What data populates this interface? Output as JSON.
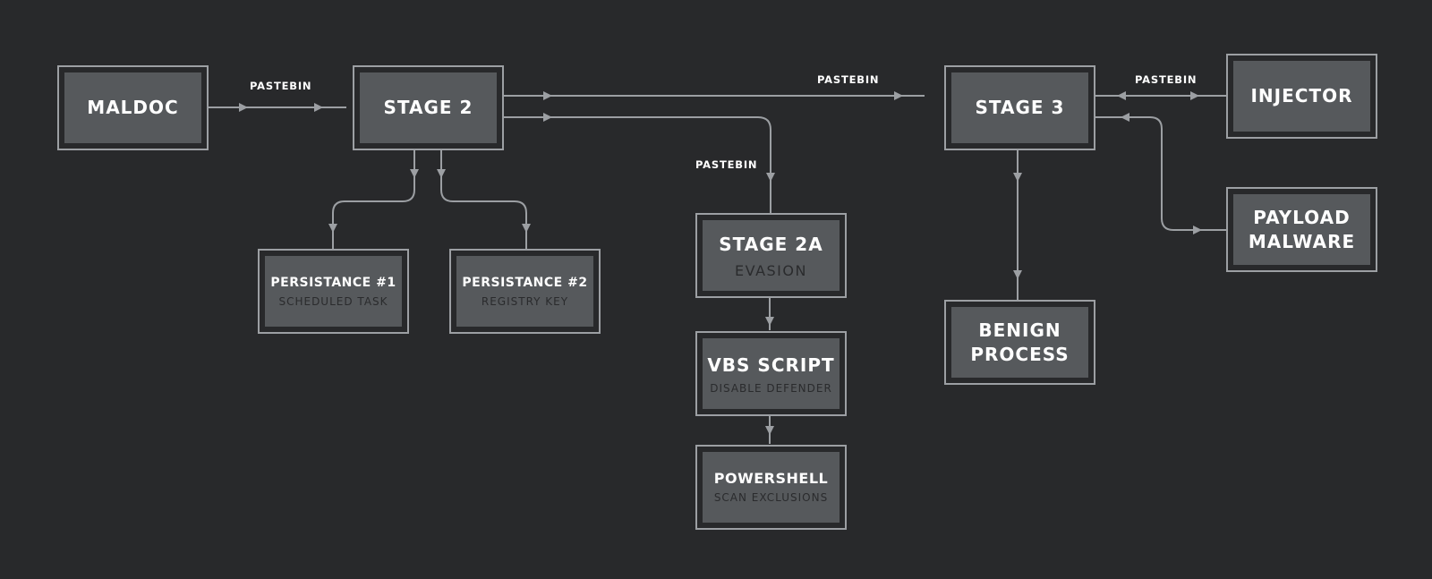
{
  "nodes": {
    "maldoc": {
      "title": "MALDOC"
    },
    "stage2": {
      "title": "STAGE 2"
    },
    "stage3": {
      "title": "STAGE 3"
    },
    "injector": {
      "title": "INJECTOR"
    },
    "payload": {
      "title_line1": "PAYLOAD",
      "title_line2": "MALWARE"
    },
    "persist1": {
      "title": "PERSISTANCE #1",
      "subtitle": "SCHEDULED TASK"
    },
    "persist2": {
      "title": "PERSISTANCE #2",
      "subtitle": "REGISTRY KEY"
    },
    "stage2a": {
      "title": "STAGE 2A",
      "subtitle": "EVASION"
    },
    "vbs": {
      "title": "VBS SCRIPT",
      "subtitle": "DISABLE DEFENDER"
    },
    "powershell": {
      "title": "POWERSHELL",
      "subtitle": "SCAN EXCLUSIONS"
    },
    "benign": {
      "title_line1": "BENIGN",
      "title_line2": "PROCESS"
    }
  },
  "edge_labels": {
    "maldoc_stage2": "PASTEBIN",
    "stage2_stage3": "PASTEBIN",
    "stage2_stage2a": "PASTEBIN",
    "stage3_injector": "PASTEBIN"
  },
  "colors": {
    "background": "#28292b",
    "node_fill": "#56595c",
    "node_border": "#9c9fa3",
    "edge": "#9c9fa3",
    "title_text": "#ffffff",
    "subtitle_text": "#2a2b2d"
  }
}
